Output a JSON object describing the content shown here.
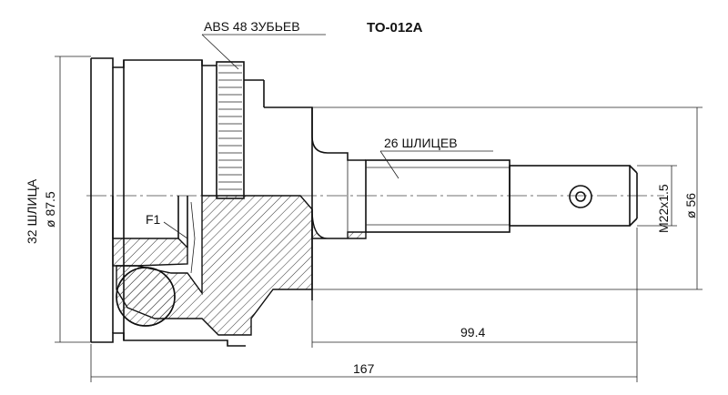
{
  "part_number": "TO-012A",
  "labels": {
    "abs_teeth": "ABS 48 ЗУБЬЕВ",
    "outer_splines": "26 ШЛИЦЕВ",
    "inner_splines": "32 ШЛИЦА",
    "f1": "F1",
    "thread": "M22x1.5"
  },
  "dimensions": {
    "outer_diameter": "ø 87.5",
    "seal_diameter": "ø 56",
    "shaft_length": "99.4",
    "overall_length": "167"
  },
  "colors": {
    "line": "#111111",
    "hatch": "#333333",
    "background": "#ffffff"
  }
}
